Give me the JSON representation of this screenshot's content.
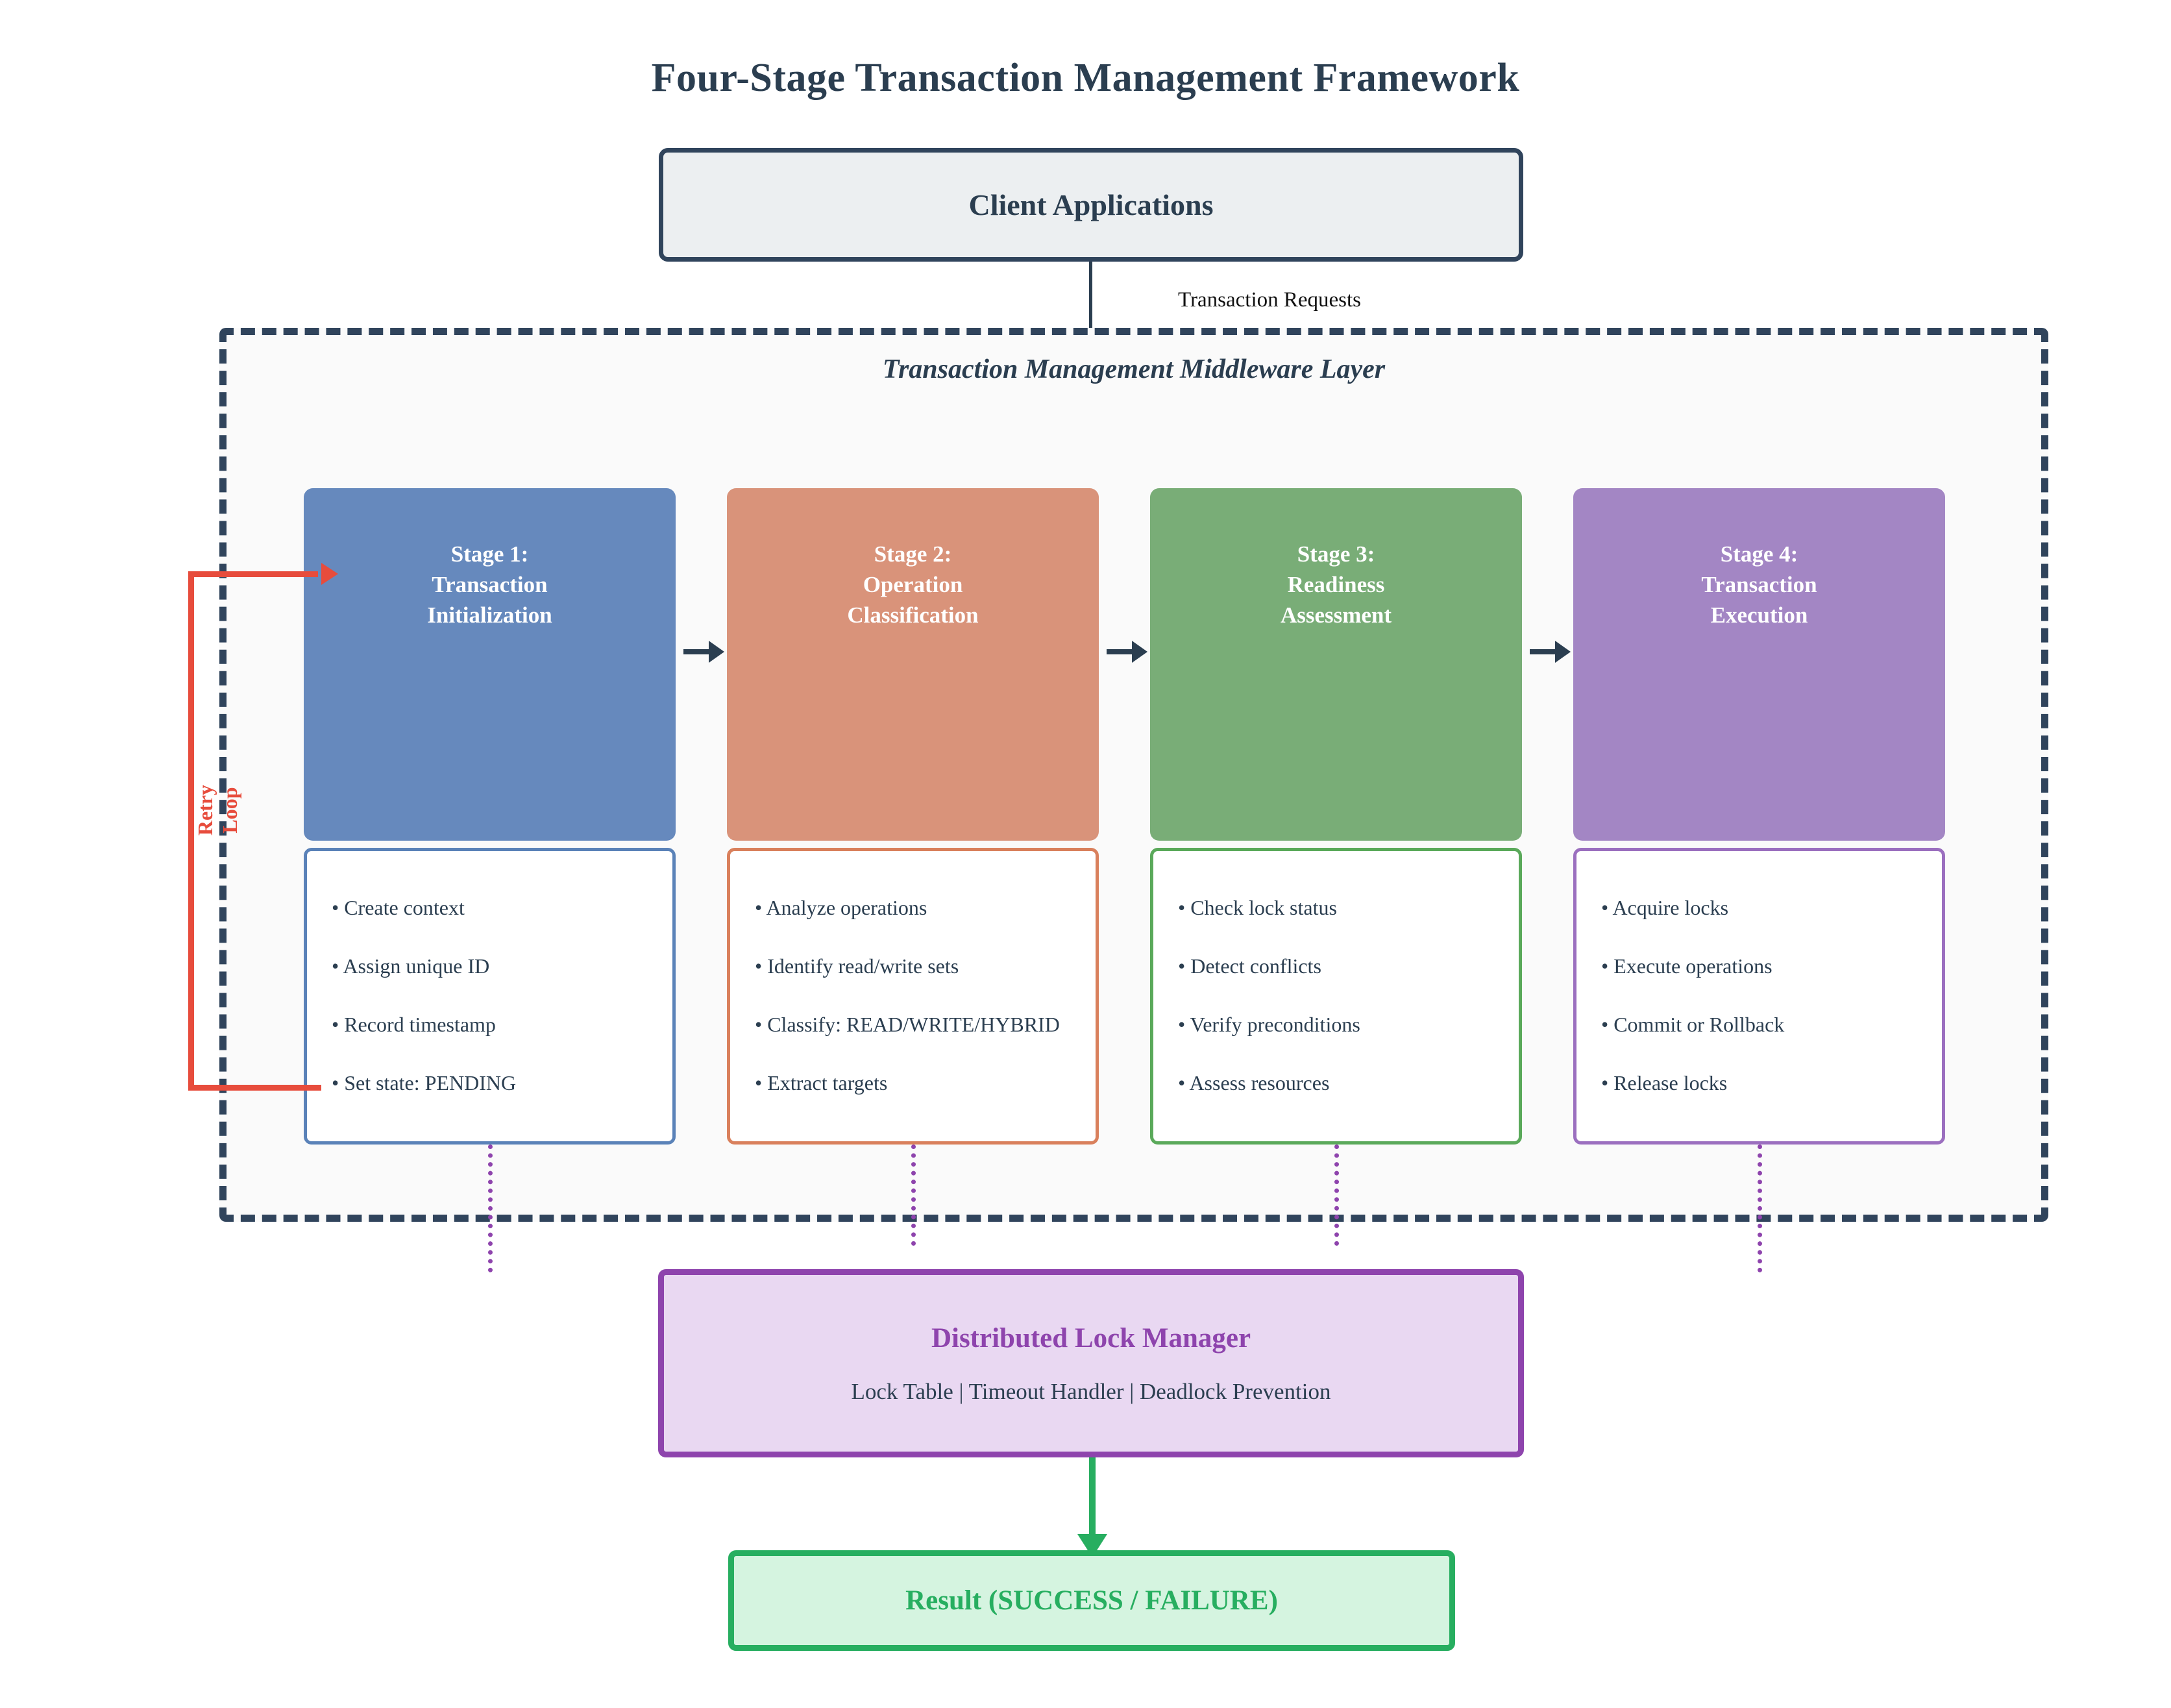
{
  "title": "Four-Stage Transaction Management Framework",
  "client": {
    "label": "Client Applications"
  },
  "flow_label": {
    "transaction_requests": "Transaction\nRequests"
  },
  "middleware": {
    "title": "Transaction Management Middleware Layer"
  },
  "retry": {
    "label": "Retry\nLoop",
    "color": "#e74c3c"
  },
  "stages": [
    {
      "title": "Stage 1:\nTransaction\nInitialization",
      "color": "#6689bd",
      "border_color": "#5a82b8",
      "details": [
        "• Create context",
        "• Assign unique ID",
        "• Record timestamp",
        "• Set state: PENDING"
      ]
    },
    {
      "title": "Stage 2:\nOperation\nClassification",
      "color": "#d9937a",
      "border_color": "#d9805c",
      "details": [
        "• Analyze operations",
        "• Identify read/write sets",
        "• Classify: READ/WRITE/HYBRID",
        "• Extract targets"
      ]
    },
    {
      "title": "Stage 3:\nReadiness\nAssessment",
      "color": "#79ad77",
      "border_color": "#5aa95a",
      "details": [
        "• Check lock status",
        "• Detect conflicts",
        "• Verify preconditions",
        "• Assess resources"
      ]
    },
    {
      "title": "Stage 4:\nTransaction\nExecution",
      "color": "#a386c4",
      "border_color": "#9b6fbf",
      "details": [
        "• Acquire locks",
        "• Execute operations",
        "• Commit or Rollback",
        "• Release locks"
      ]
    }
  ],
  "lock_manager": {
    "title": "Distributed Lock Manager",
    "subtitle": "Lock Table  |  Timeout Handler  |  Deadlock Prevention",
    "color": "#8e44ad"
  },
  "result": {
    "label": "Result (SUCCESS / FAILURE)",
    "color": "#27ae60"
  }
}
